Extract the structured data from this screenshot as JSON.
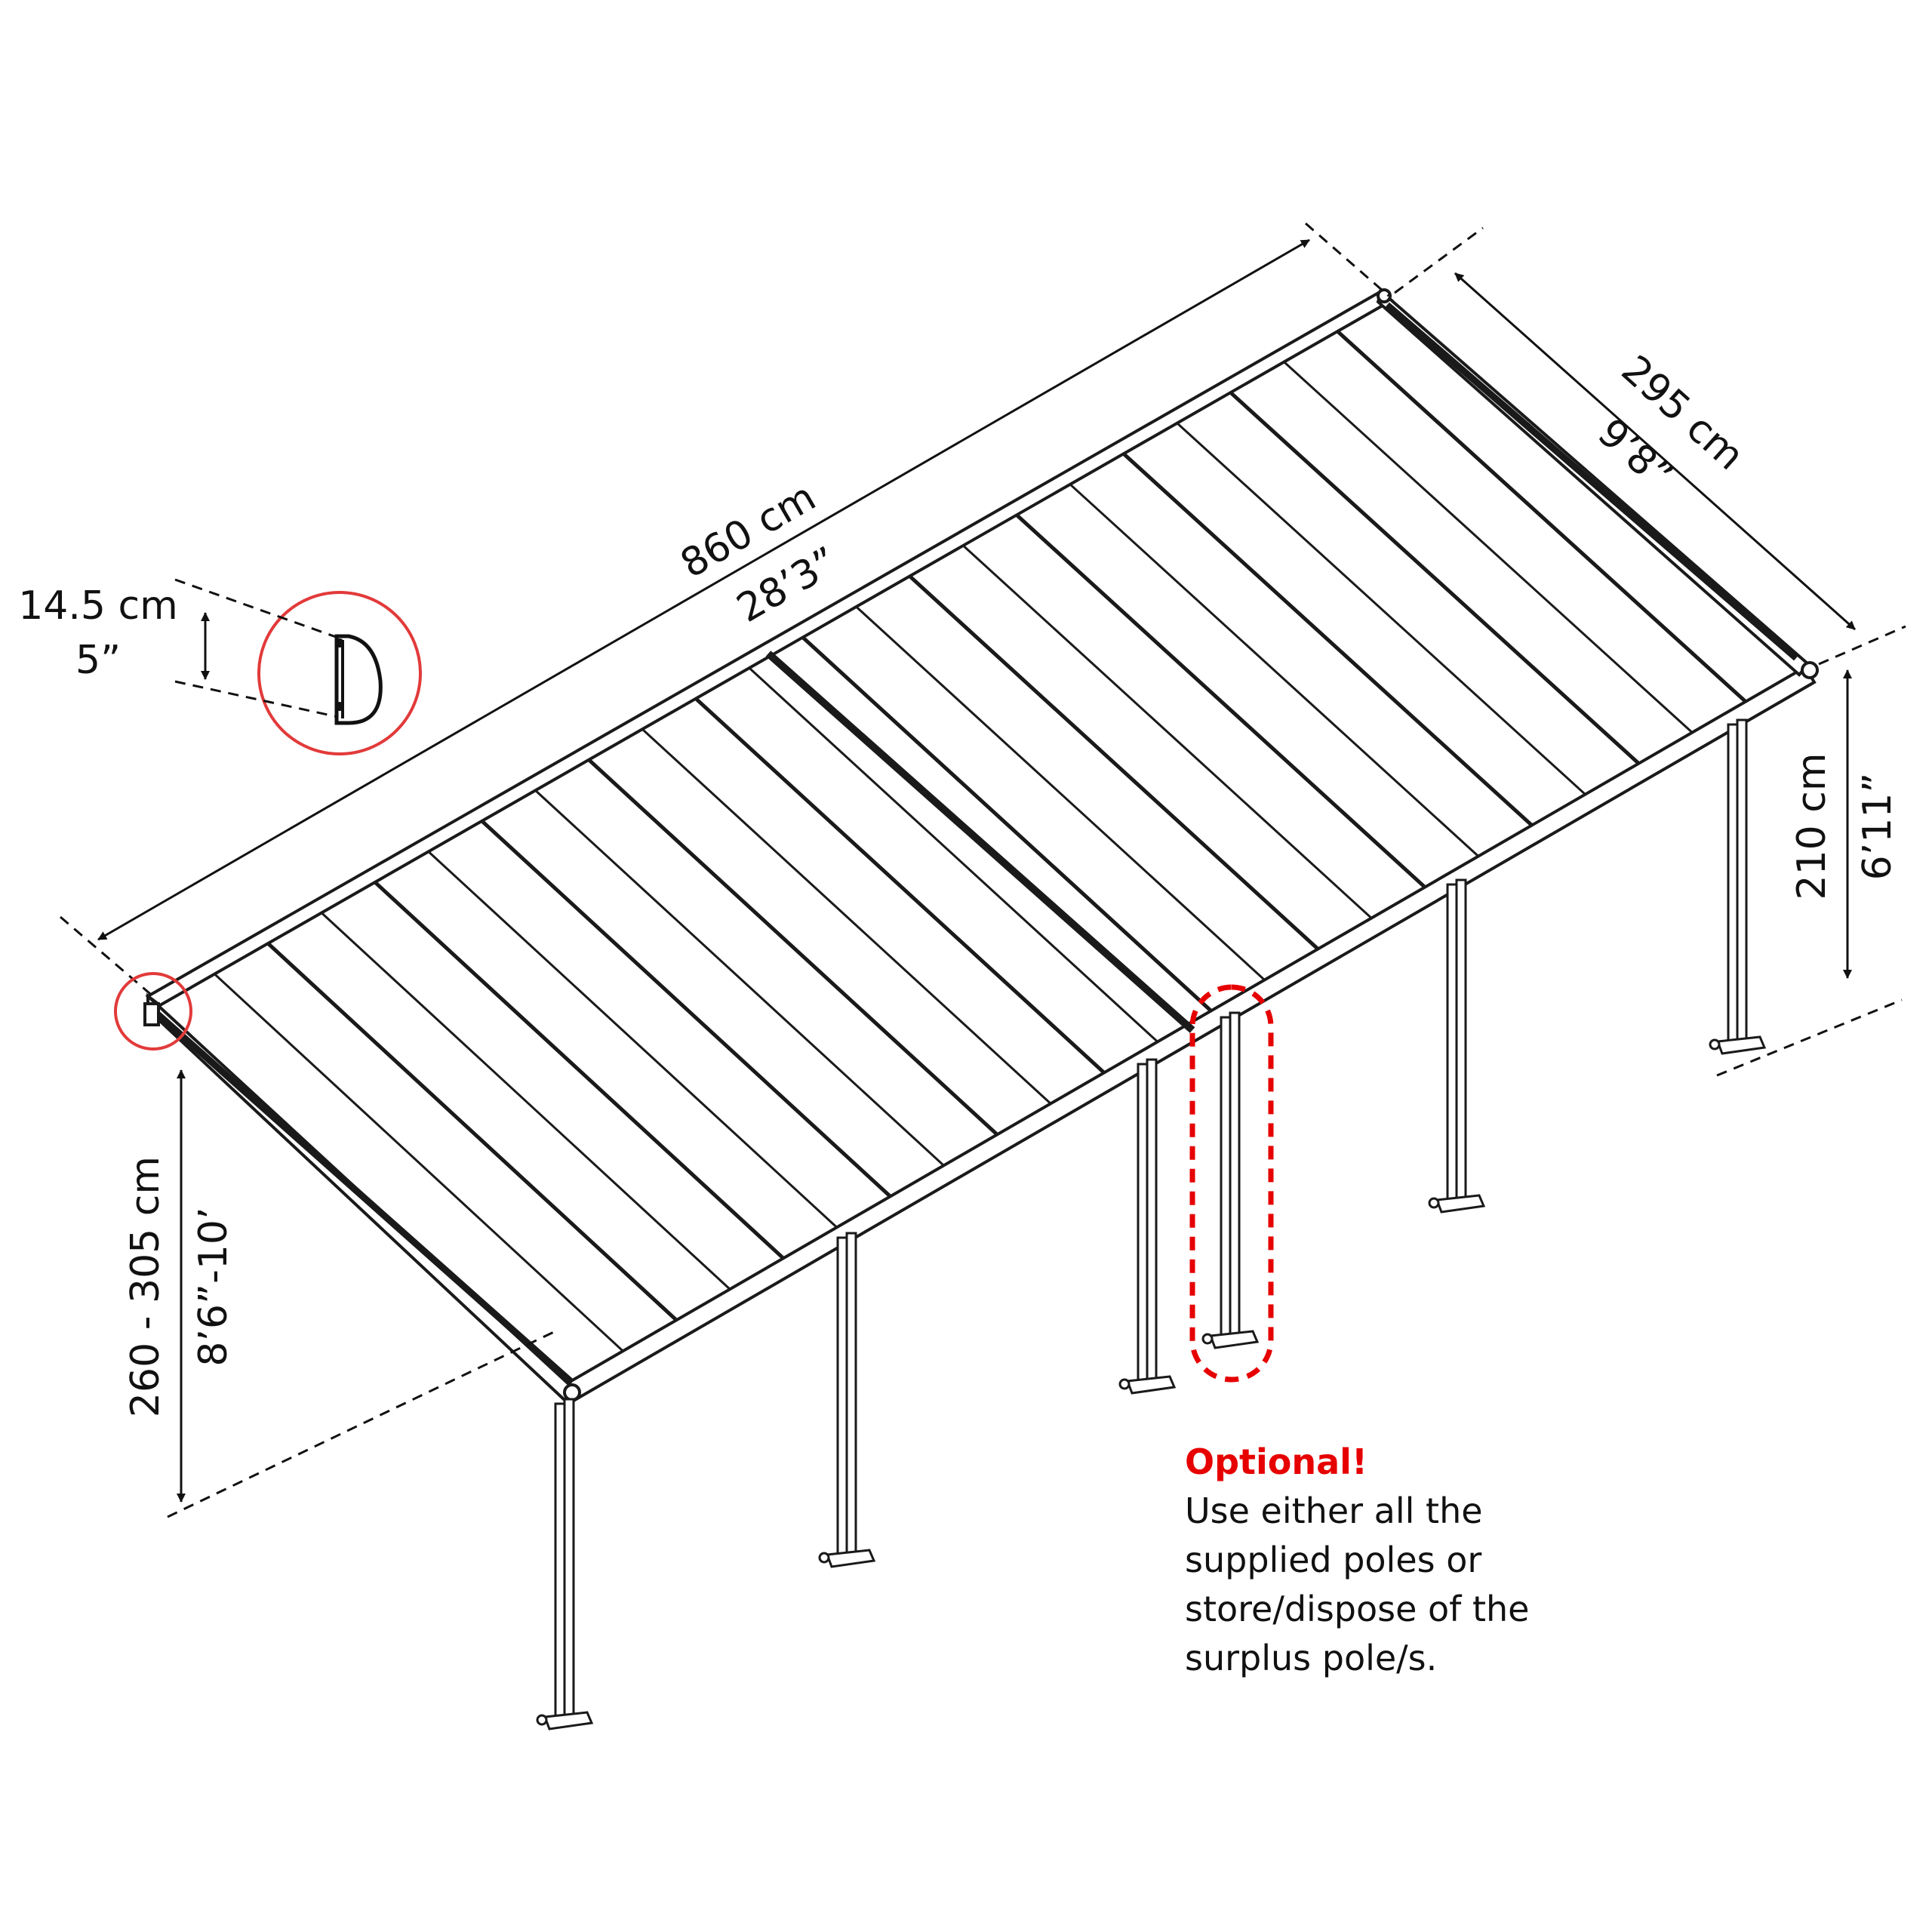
{
  "dimensions": {
    "length_cm": "860 cm",
    "length_imperial": "28’3”",
    "width_cm": "295 cm",
    "width_imperial": "9’8”",
    "low_height_cm": "210 cm",
    "low_height_imperial": "6’11”",
    "high_height_cm": "260 - 305 cm",
    "high_height_imperial": "8’6”-10’",
    "profile_cm": "14.5 cm",
    "profile_imperial": "5”"
  },
  "note": {
    "title": "Optional!",
    "lines": [
      "Use either all the",
      "supplied poles or",
      "store/dispose of the",
      "surplus pole/s."
    ]
  },
  "colors": {
    "line": "#1a1a1a",
    "highlight": "#e23a3a",
    "dotted_highlight": "#e60000",
    "note_title": "#e60000"
  }
}
